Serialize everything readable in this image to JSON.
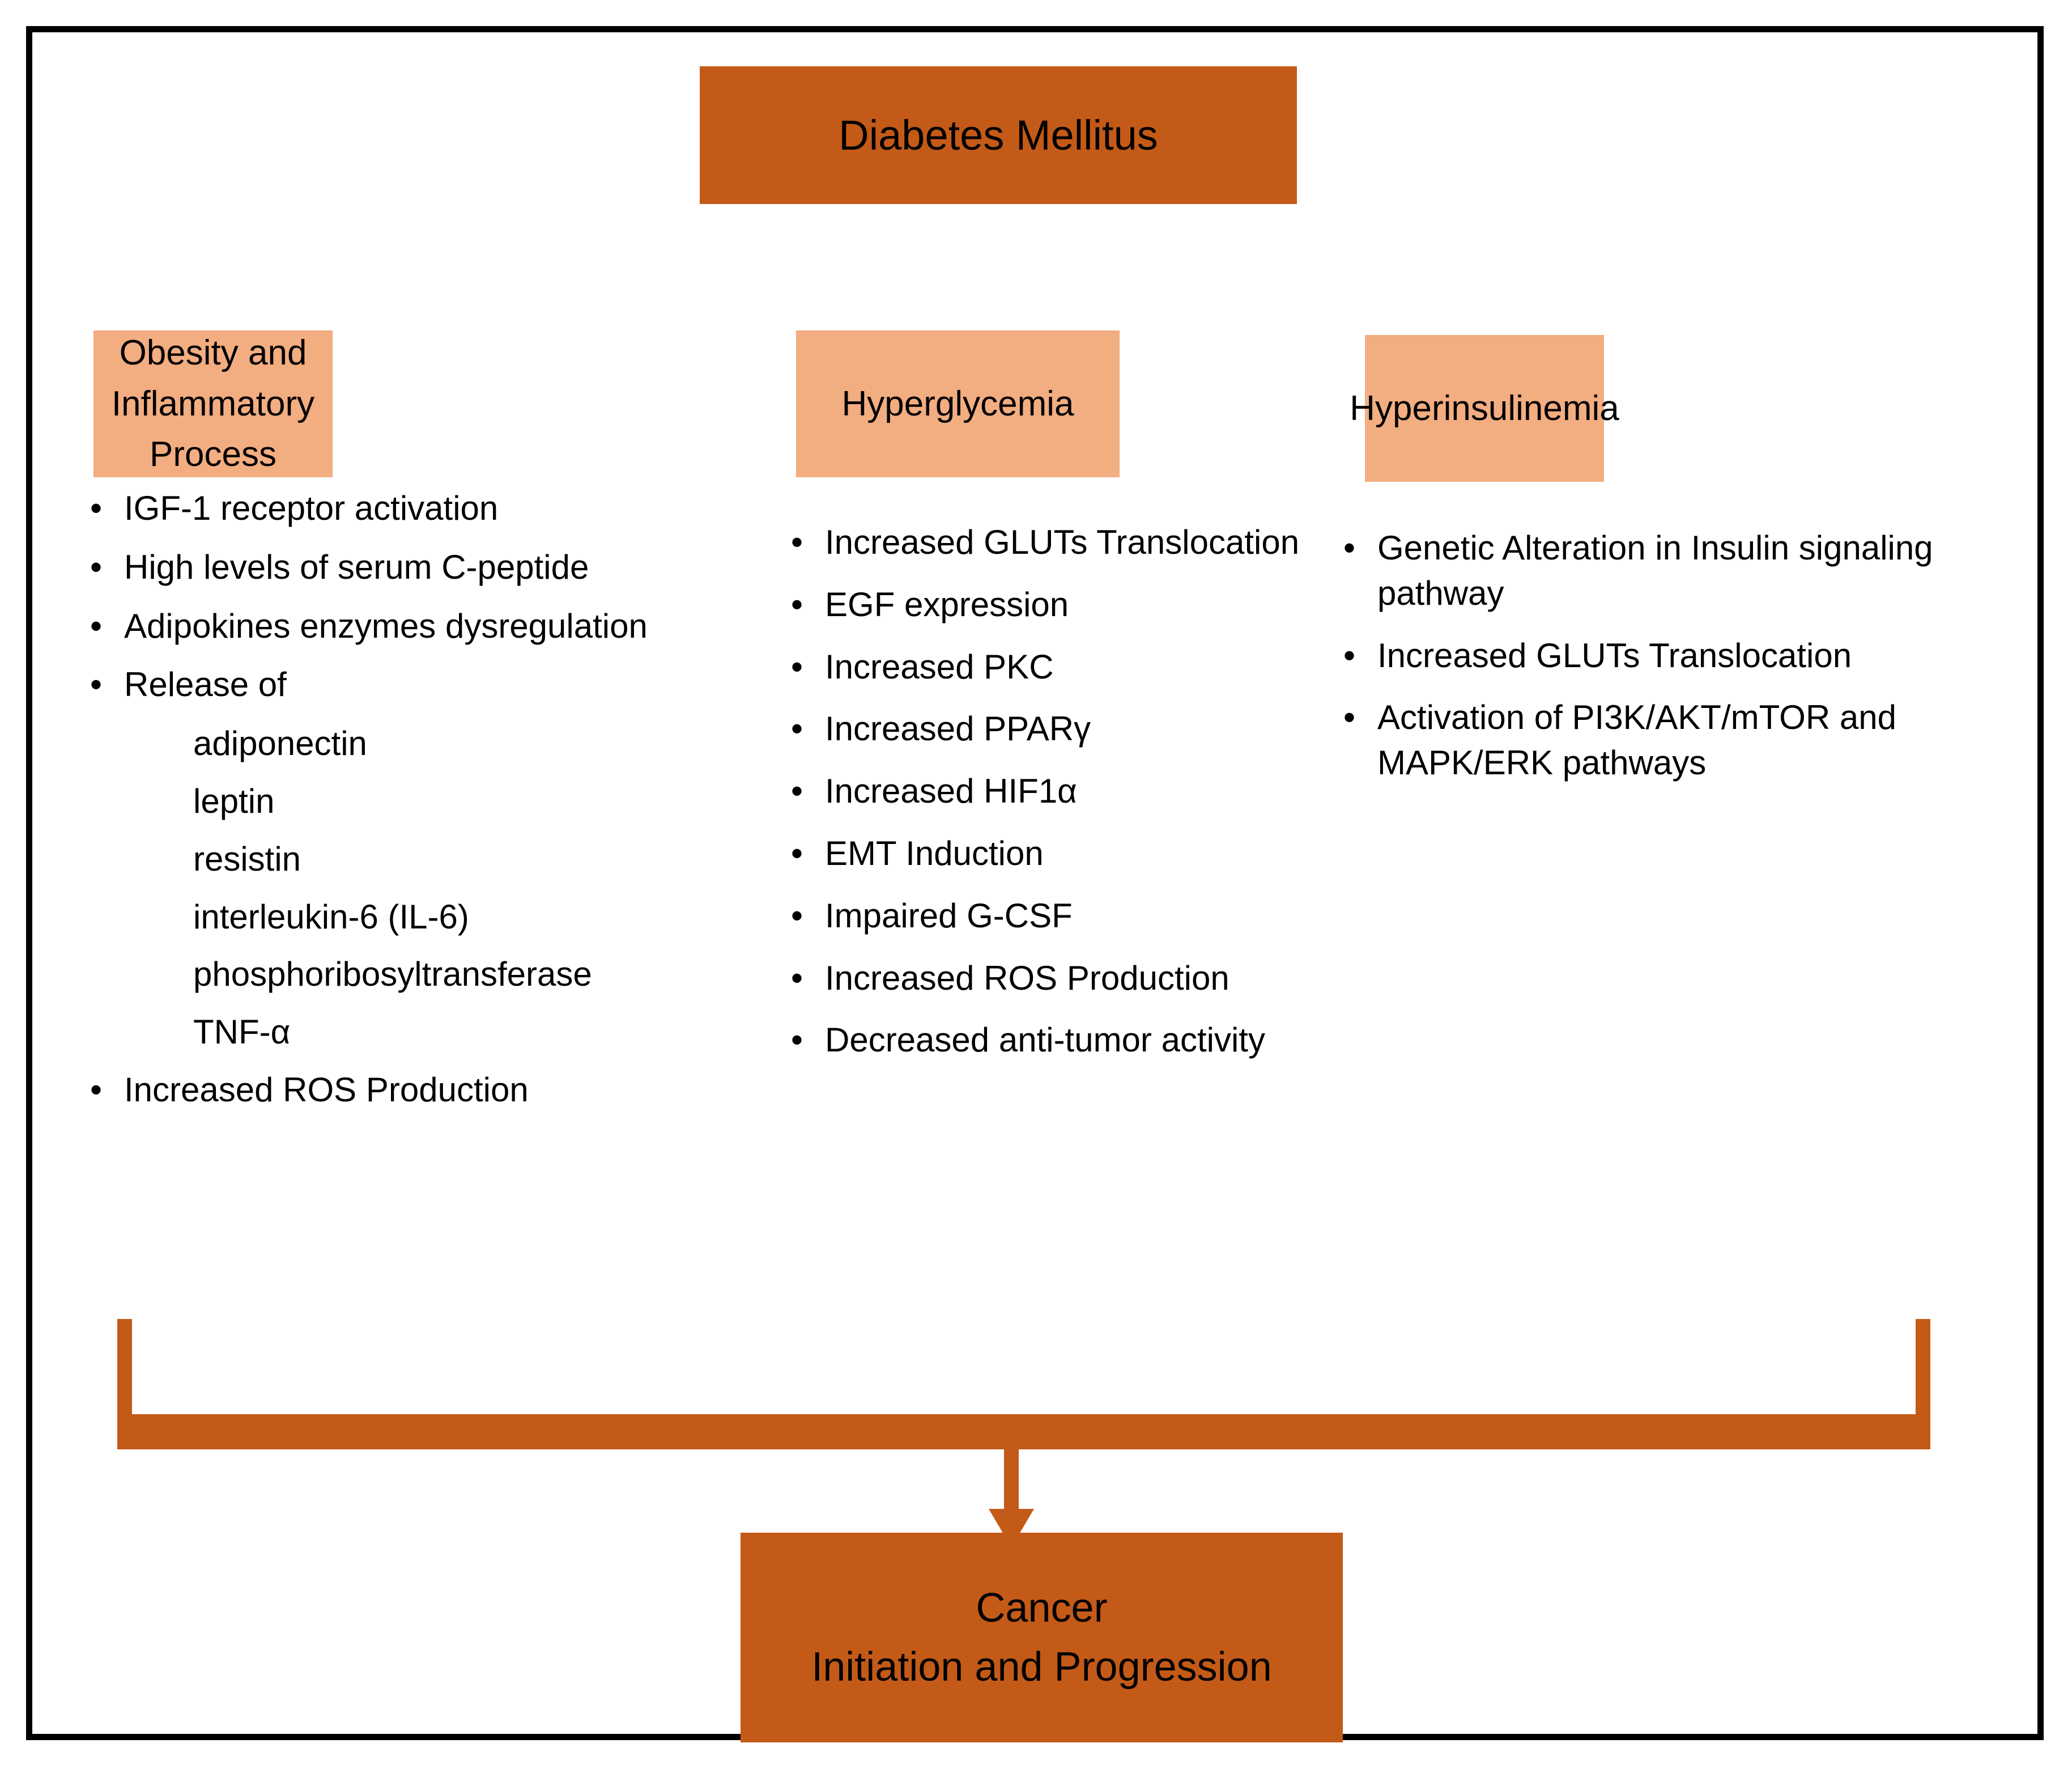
{
  "diagram": {
    "title": "Diabetes Mellitus",
    "outcome_line_1": "Cancer",
    "outcome_line_2": "Initiation and Progression",
    "colors": {
      "primary_box": "#C45A18",
      "header_box": "#F2AD81",
      "frame_border": "#000000",
      "text": "#000000",
      "background": "#FFFFFF"
    },
    "columns": [
      {
        "header": "Obesity and Inflammatory Process",
        "header_line_1": "Obesity and Inflammatory",
        "header_line_2": "Process",
        "items": [
          {
            "type": "bullet",
            "text": "IGF-1 receptor activation"
          },
          {
            "type": "bullet",
            "text": "High levels of serum C-peptide"
          },
          {
            "type": "bullet",
            "text": "Adipokines enzymes dysregulation"
          },
          {
            "type": "bullet",
            "text": "Release of"
          },
          {
            "type": "sub",
            "text": "adiponectin"
          },
          {
            "type": "sub",
            "text": "leptin"
          },
          {
            "type": "sub",
            "text": "resistin"
          },
          {
            "type": "sub",
            "text": "interleukin-6 (IL-6)"
          },
          {
            "type": "sub",
            "text": "phosphoribosyltransferase"
          },
          {
            "type": "sub",
            "text": "TNF-α"
          },
          {
            "type": "bullet",
            "text": "Increased ROS Production"
          }
        ]
      },
      {
        "header": "Hyperglycemia",
        "items": [
          {
            "type": "bullet",
            "text": "Increased GLUTs Translocation"
          },
          {
            "type": "bullet",
            "text": "EGF expression"
          },
          {
            "type": "bullet",
            "text": "Increased PKC"
          },
          {
            "type": "bullet",
            "text": "Increased PPARγ"
          },
          {
            "type": "bullet",
            "text": "Increased HIF1α"
          },
          {
            "type": "bullet",
            "text": "EMT Induction"
          },
          {
            "type": "bullet",
            "text": "Impaired G-CSF"
          },
          {
            "type": "bullet",
            "text": "Increased ROS Production"
          },
          {
            "type": "bullet",
            "text": "Decreased anti-tumor activity"
          }
        ]
      },
      {
        "header": "Hyperinsulinemia",
        "items": [
          {
            "type": "bullet",
            "text": "Genetic Alteration in Insulin signaling pathway"
          },
          {
            "type": "bullet",
            "text": "Increased GLUTs Translocation"
          },
          {
            "type": "bullet",
            "text": "Activation of PI3K/AKT/mTOR and MAPK/ERK pathways"
          }
        ]
      }
    ],
    "bullet_glyph": "•",
    "connector": {
      "type": "bracket-with-down-arrow",
      "direction": "down"
    }
  }
}
